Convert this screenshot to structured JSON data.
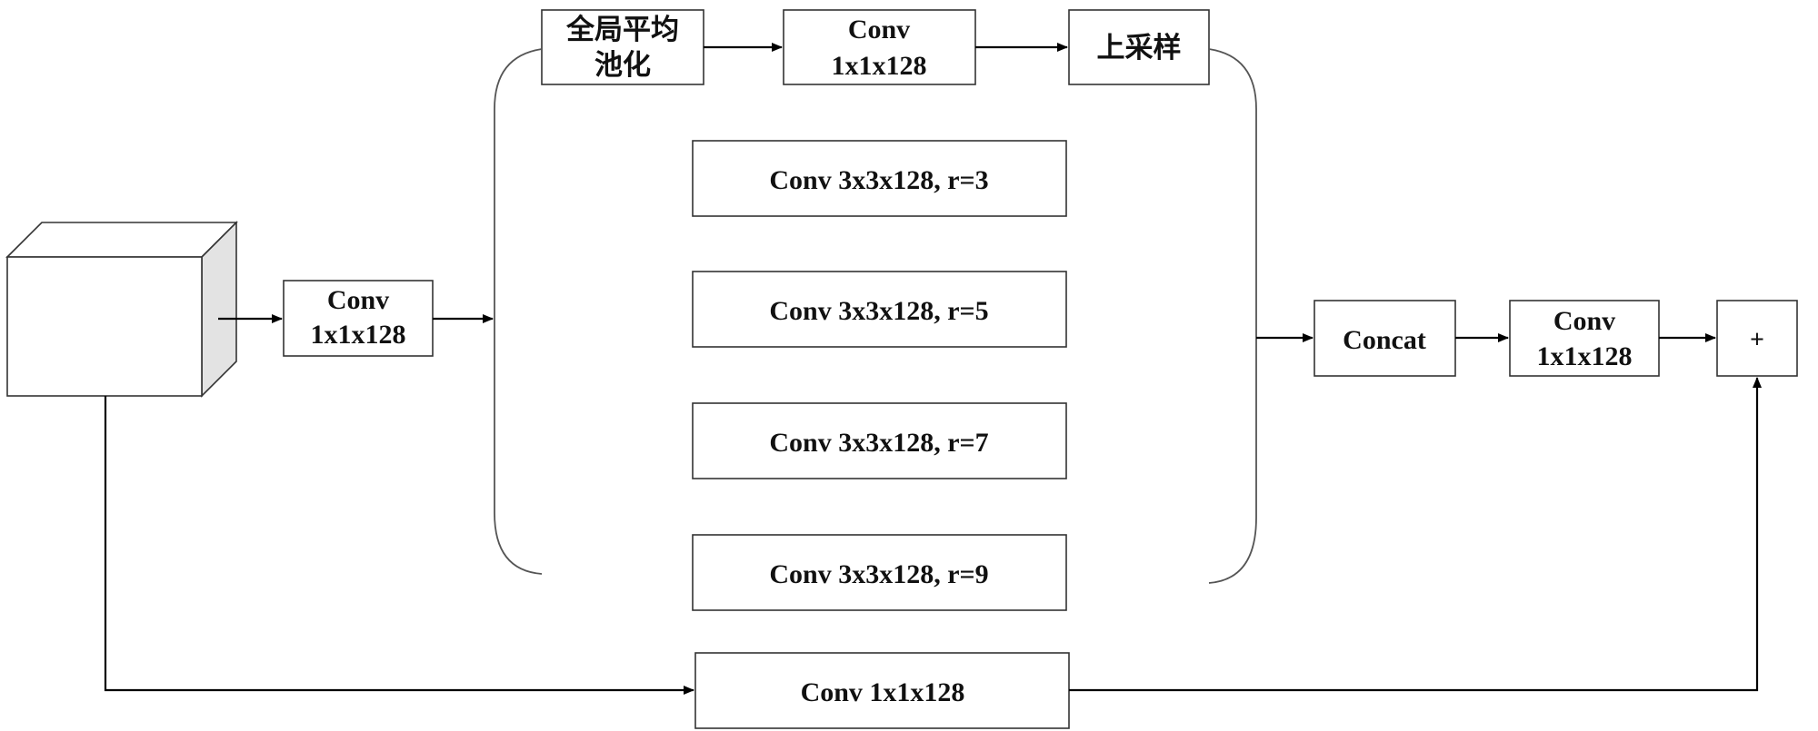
{
  "diagram": {
    "gap_branch": {
      "pool_line1": "全局平均",
      "pool_line2": "池化",
      "conv_line1": "Conv",
      "conv_line2": "1x1x128",
      "upsample": "上采样"
    },
    "entry_conv": {
      "line1": "Conv",
      "line2": "1x1x128"
    },
    "dilated_convs": [
      "Conv 3x3x128, r=3",
      "Conv 3x3x128, r=5",
      "Conv 3x3x128, r=7",
      "Conv 3x3x128, r=9"
    ],
    "concat": "Concat",
    "post_conv": {
      "line1": "Conv",
      "line2": "1x1x128"
    },
    "add_symbol": "+",
    "shortcut_conv": "Conv 1x1x128"
  },
  "colors": {
    "line": "#000000",
    "box_border": "#333333",
    "cube_side": "#e3e3e3"
  }
}
